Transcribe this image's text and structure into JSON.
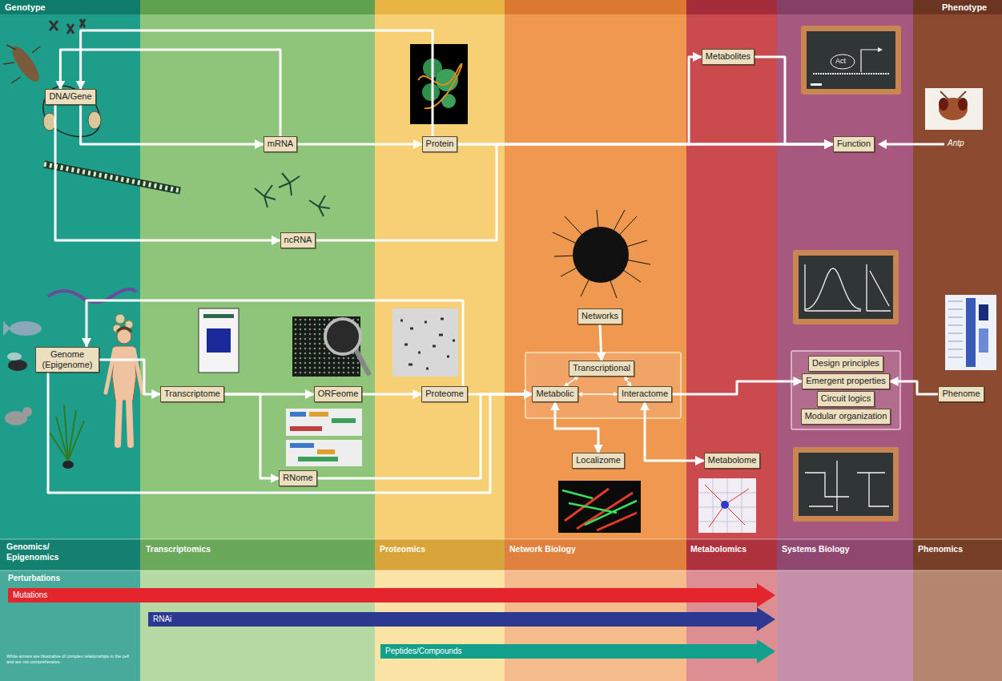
{
  "diagram": {
    "nodes": [
      {
        "text": [
          "DNA/Gene"
        ]
      },
      {
        "text": [
          "mRNA"
        ]
      },
      {
        "text": [
          "Protein"
        ]
      },
      {
        "text": [
          "ncRNA"
        ]
      },
      {
        "text": [
          "Metabolites"
        ]
      },
      {
        "text": [
          "Function"
        ]
      },
      {
        "text": [
          "Genome (Epigenome)"
        ]
      },
      {
        "text": [
          "Transcriptome"
        ]
      },
      {
        "text": [
          "ORFeome"
        ]
      },
      {
        "text": [
          "Proteome"
        ]
      },
      {
        "text": [
          "RNome"
        ]
      },
      {
        "text": [
          "Networks"
        ]
      },
      {
        "text": [
          "Transcriptional"
        ]
      },
      {
        "text": [
          "Metabolic"
        ]
      },
      {
        "text": [
          "Interactome"
        ]
      },
      {
        "text": [
          "Localizome"
        ]
      },
      {
        "text": [
          "Metabolome"
        ]
      },
      {
        "text": [
          "Design principles"
        ]
      },
      {
        "text": [
          "Emergent properties"
        ]
      },
      {
        "text": [
          "Circuit logics"
        ]
      },
      {
        "text": [
          "Modular organization"
        ]
      },
      {
        "text": [
          "Phenome"
        ]
      }
    ],
    "edges": [
      {
        "from": 0,
        "to": 1,
        "arrow": "to"
      },
      {
        "from": 1,
        "to": 2,
        "arrow": "to"
      },
      {
        "from": 2,
        "to": 0,
        "arrow": "to"
      },
      {
        "from": 1,
        "to": 0,
        "arrow": "to"
      },
      {
        "from": 0,
        "to": 3,
        "arrow": "to"
      },
      {
        "from": 3,
        "to": 5,
        "arrow": "to"
      },
      {
        "from": 2,
        "to": 5,
        "arrow": "to"
      },
      {
        "from": 2,
        "to": 4,
        "arrow": "to"
      },
      {
        "from": 4,
        "to": 5,
        "arrow": "to"
      },
      {
        "from": 6,
        "to": 7,
        "arrow": "to"
      },
      {
        "from": 7,
        "to": 8,
        "arrow": "to"
      },
      {
        "from": 8,
        "to": 9,
        "arrow": "to"
      },
      {
        "from": 7,
        "to": 10,
        "arrow": "to"
      },
      {
        "from": 10,
        "to": 13,
        "arrow": "to"
      },
      {
        "from": 9,
        "to": 13,
        "arrow": "to"
      },
      {
        "from": 6,
        "to": 13,
        "arrow": "to"
      },
      {
        "from": 9,
        "to": 6,
        "arrow": "to"
      },
      {
        "from": 11,
        "to": 12,
        "arrow": "to"
      },
      {
        "from": 12,
        "to": 13,
        "arrow": "both"
      },
      {
        "from": 13,
        "to": 14,
        "arrow": "both"
      },
      {
        "from": 14,
        "to": 12,
        "arrow": "both"
      },
      {
        "from": 13,
        "to": 15,
        "arrow": "both"
      },
      {
        "from": 14,
        "to": 16,
        "arrow": "both"
      },
      {
        "from": 14,
        "to": 18,
        "arrow": "to"
      },
      {
        "from": 21,
        "to": 18,
        "arrow": "to"
      }
    ],
    "labels": [
      "Genotype",
      "Phenotype",
      "Act",
      "Antp",
      "Genomics/ Epigenomics",
      "Transcriptomics",
      "Proteomics",
      "Network Biology",
      "Metabolomics",
      "Systems Biology",
      "Phenomics",
      "Perturbations",
      "Mutations",
      "RNAi",
      "Peptides/Compounds",
      "White arrows are illustrative of complex relationships in the cell and are not comprehensive."
    ]
  }
}
